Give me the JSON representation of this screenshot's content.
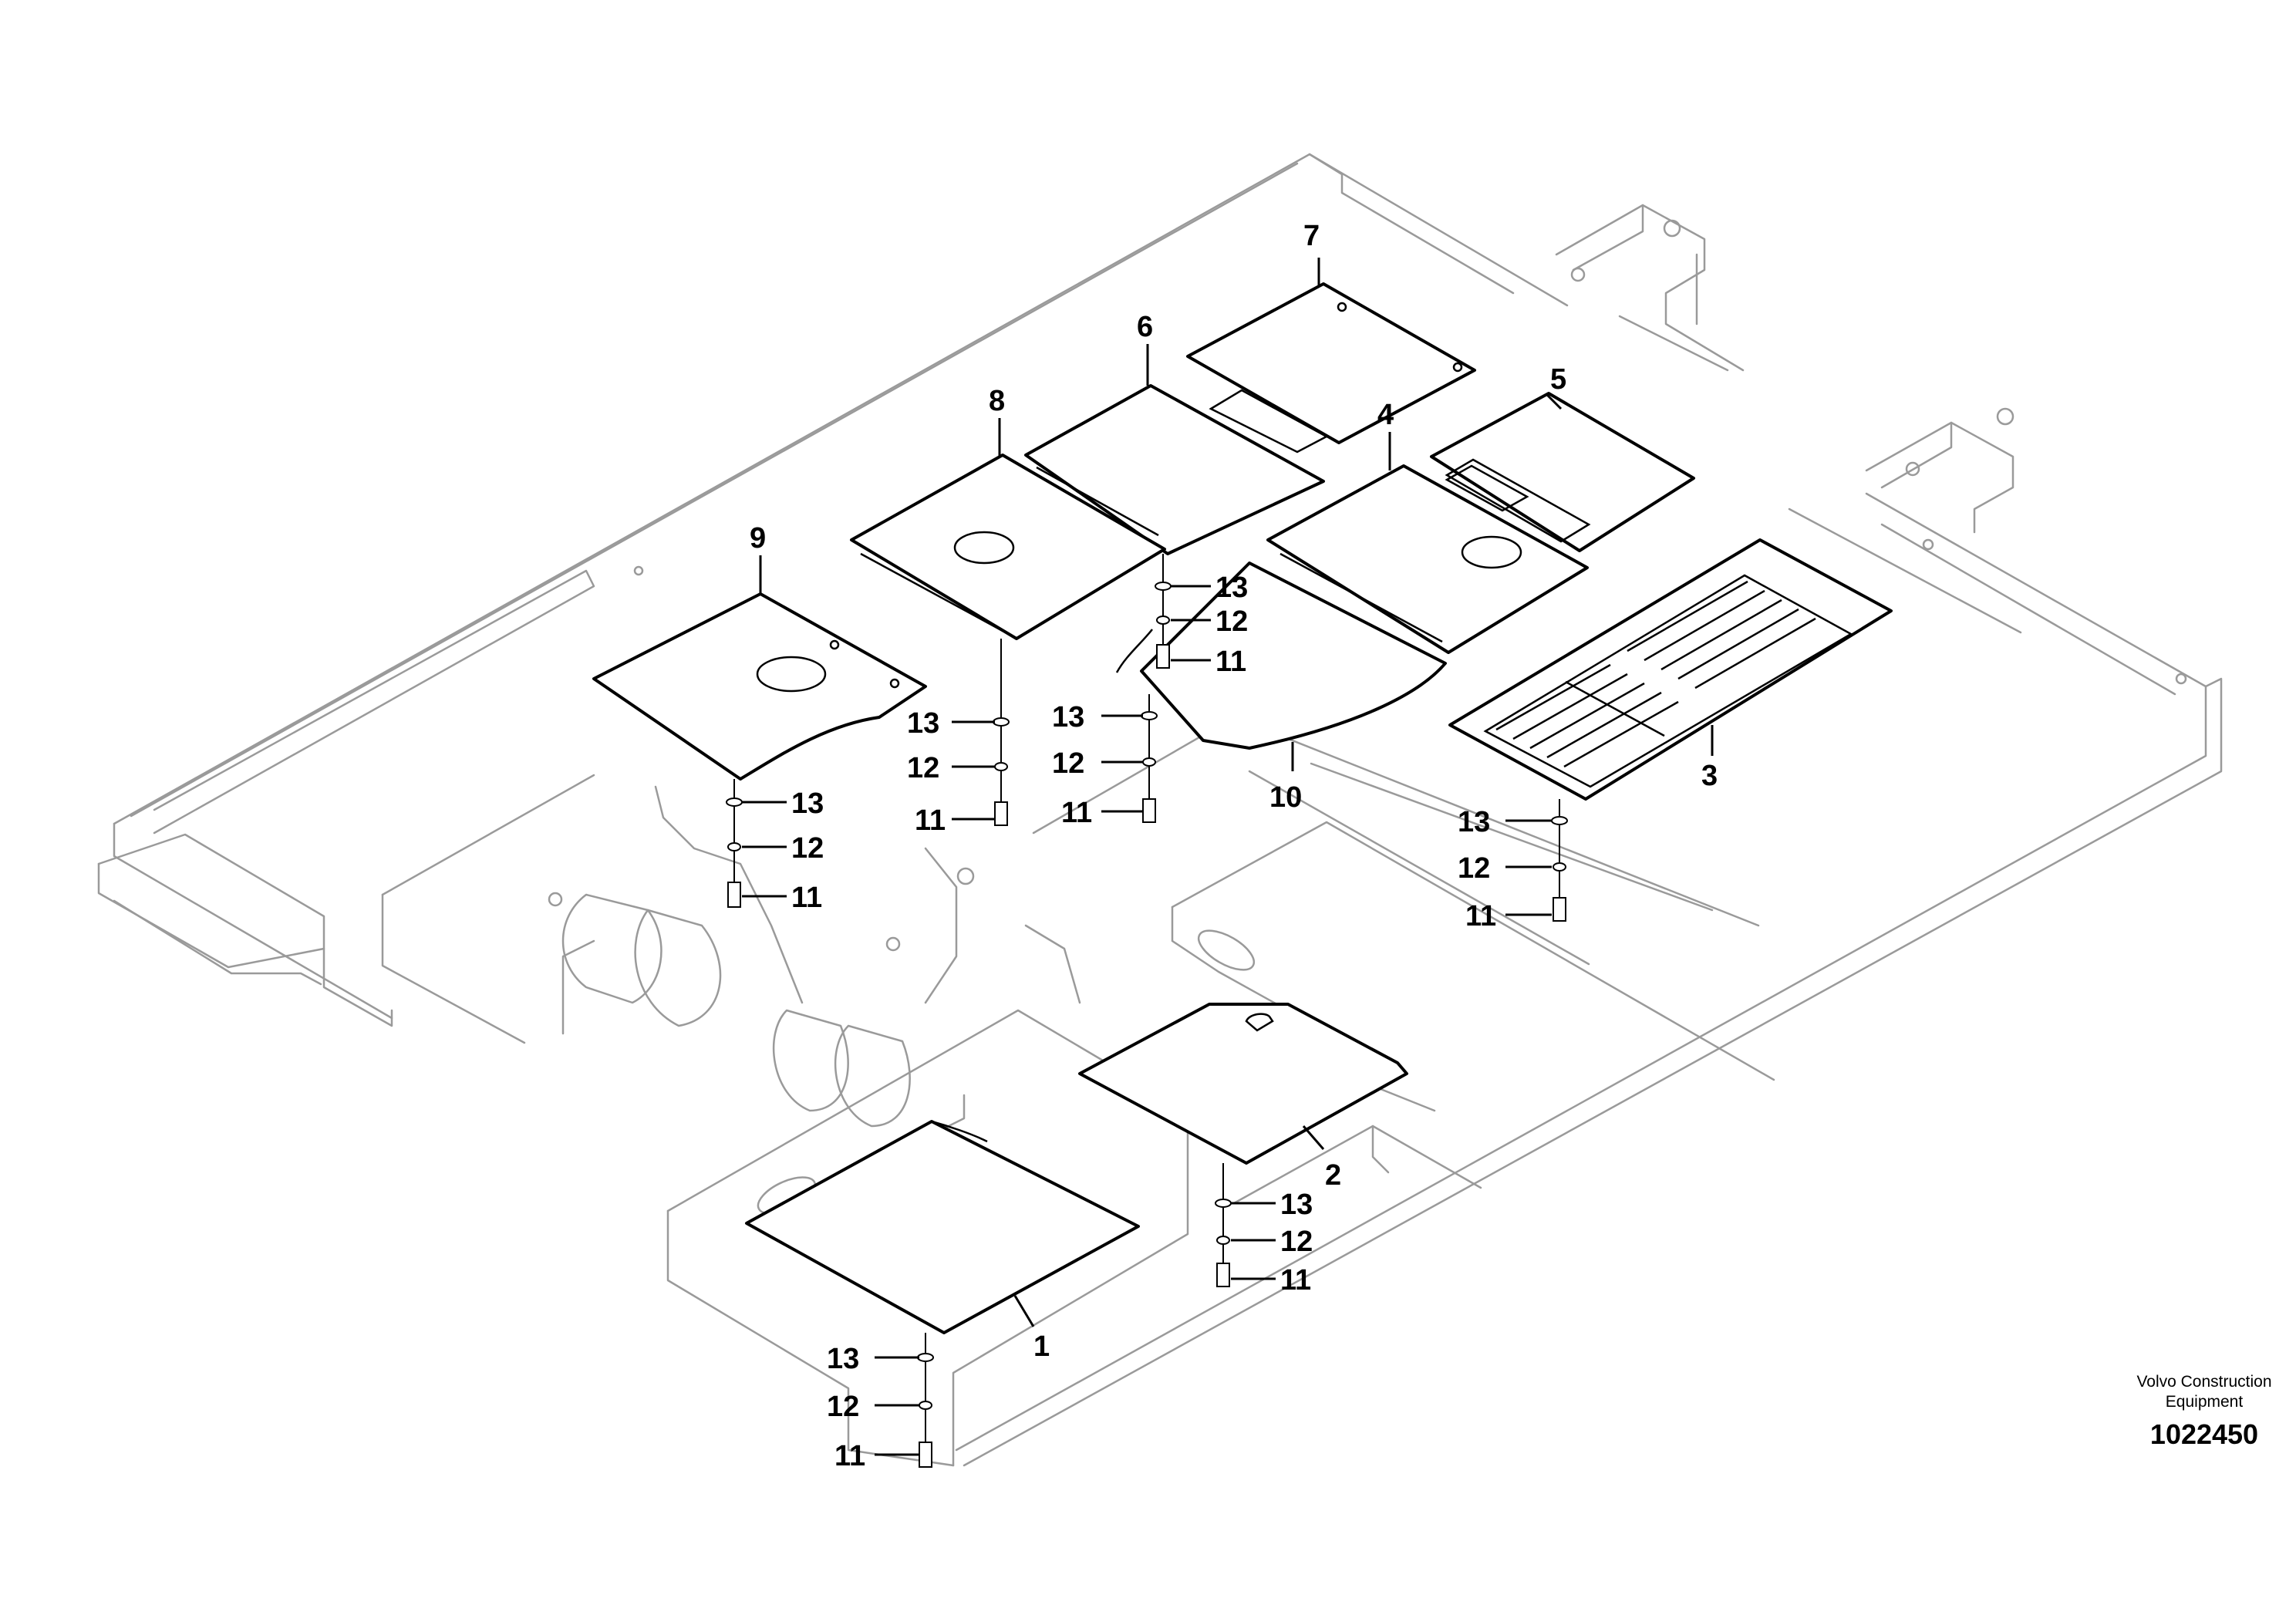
{
  "parts": {
    "p1": "1",
    "p2": "2",
    "p3": "3",
    "p4": "4",
    "p5": "5",
    "p6": "6",
    "p7": "7",
    "p8": "8",
    "p9": "9",
    "p10": "10",
    "bolt": "11",
    "lock_washer": "12",
    "washer": "13"
  },
  "brand": {
    "line1": "Volvo Construction",
    "line2": "Equipment"
  },
  "doc_number": "1022450"
}
